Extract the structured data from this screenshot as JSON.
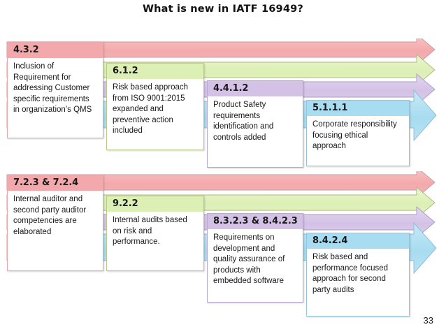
{
  "slide": {
    "title": "What is new in IATF 16949?",
    "page_number": "33"
  },
  "colors": {
    "pink": "#f3a9ab",
    "green": "#dcefb4",
    "purple": "#d4c2e6",
    "cyan": "#a8dcf0",
    "pink_border": "#e6a8ad",
    "green_border": "#b9c98a",
    "purple_border": "#b9a8cf",
    "cyan_border": "#93c6de"
  },
  "rows": [
    {
      "name": "row-one",
      "boxes": [
        {
          "clause": "4.3.2",
          "text": "Inclusion of Requirement for addressing  Customer specific requirements  in organization’s QMS",
          "color": "pink"
        },
        {
          "clause": "6.1.2",
          "text": "Risk based approach from ISO 9001:2015 expanded and preventive action included",
          "color": "green"
        },
        {
          "clause": "4.4.1.2",
          "text": "Product Safety requirements identification and controls added",
          "color": "purple"
        },
        {
          "clause": "5.1.1.1",
          "text": "Corporate responsibility focusing ethical approach",
          "color": "cyan"
        }
      ]
    },
    {
      "name": "row-two",
      "boxes": [
        {
          "clause": "7.2.3 & 7.2.4",
          "text": "Internal auditor and second party auditor competencies are elaborated",
          "color": "pink"
        },
        {
          "clause": "9.2.2",
          "text": "Internal audits based on risk and performance.",
          "color": "green"
        },
        {
          "clause": "8.3.2.3 & 8.4.2.3",
          "text": "Requirements on development and quality assurance of products with embedded software",
          "color": "purple"
        },
        {
          "clause": "8.4.2.4",
          "text": "Risk based and performance focused approach for second party audits",
          "color": "cyan"
        }
      ]
    }
  ]
}
